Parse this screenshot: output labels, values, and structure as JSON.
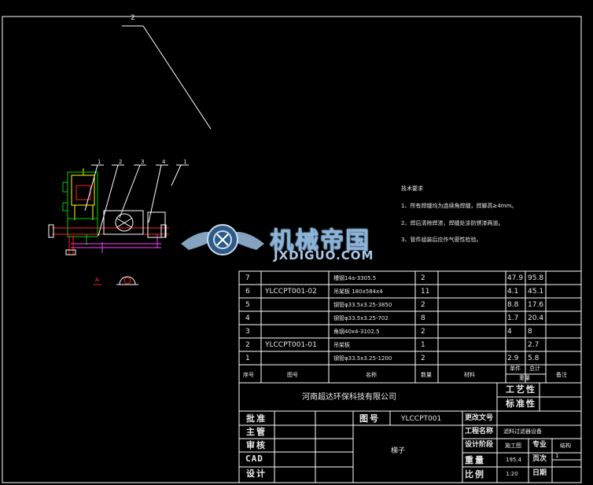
{
  "drawing": {
    "leader_label": "2",
    "balloons": [
      "1",
      "2",
      "3",
      "4",
      "1"
    ],
    "section_mark": "A",
    "notes_title": "技术要求",
    "notes": [
      "1、所有焊缝均为连续角焊缝，焊脚高≥4mm。",
      "2、焊后清除焊渣，焊缝处涂防锈漆两道。",
      "3、管件组装后应作气密性检验。"
    ]
  },
  "watermark": {
    "logo": "机械帝国",
    "url": "JXDIGUO.COM"
  },
  "parts_list": {
    "rows": [
      {
        "no": "7",
        "code": "",
        "name": "槽钢14a-3305.5",
        "qty": "2",
        "material": "",
        "unit_wt": "47.9",
        "total_wt": "95.8"
      },
      {
        "no": "6",
        "code": "YLCCPT001-02",
        "name": "吊架板 180x584x4",
        "qty": "11",
        "material": "",
        "unit_wt": "4.1",
        "total_wt": "45.1"
      },
      {
        "no": "5",
        "code": "",
        "name": "钢管φ33.5x3.25-3850",
        "qty": "2",
        "material": "",
        "unit_wt": "8.8",
        "total_wt": "17.6"
      },
      {
        "no": "4",
        "code": "",
        "name": "钢管φ33.5x3.25-702",
        "qty": "8",
        "material": "",
        "unit_wt": "1.7",
        "total_wt": "20.4"
      },
      {
        "no": "3",
        "code": "",
        "name": "角钢40x4-3102.5",
        "qty": "2",
        "material": "",
        "unit_wt": "4",
        "total_wt": "8"
      },
      {
        "no": "2",
        "code": "YLCCPT001-01",
        "name": "吊架板",
        "qty": "1",
        "material": "",
        "unit_wt": "",
        "total_wt": "2.7"
      },
      {
        "no": "1",
        "code": "",
        "name": "钢管φ33.5x3.25-1200",
        "qty": "2",
        "material": "",
        "unit_wt": "2.9",
        "total_wt": "5.8"
      }
    ],
    "headers": {
      "no": "序号",
      "code": "图号",
      "name": "名称",
      "qty": "数量",
      "material": "材料",
      "weight_top": "重量",
      "single": "单件",
      "total": "总计",
      "remark": "备注"
    }
  },
  "title_block": {
    "company": "河南超达环保科技有限公司",
    "process": "工艺性",
    "standard": "标准性",
    "approve": "批准",
    "chief": "主管",
    "review": "审核",
    "cad": "CAD",
    "design": "设计",
    "drawing_no_label": "图号",
    "drawing_no": "YLCCPT001",
    "drawing_name": "梯子",
    "change_doc": "更改文号",
    "project_name_label": "工程名称",
    "project_name": "滤料过滤器设备",
    "design_stage": "设计阶段",
    "stage_value": "施工图",
    "specialty": "专业",
    "specialty_value": "结构",
    "weight_label": "重量",
    "weight_value": "195.4",
    "pages_label": "页次",
    "page_value": "1",
    "scale_label": "比例",
    "scale_value": "1:20",
    "date_label": "日期"
  },
  "colors": {
    "background": "#000000",
    "line": "#ffffff",
    "green": "#00d000",
    "red": "#ff2020",
    "yellow": "#ffff00",
    "magenta": "#ff40ff",
    "watermark": "#8ab4dc"
  }
}
